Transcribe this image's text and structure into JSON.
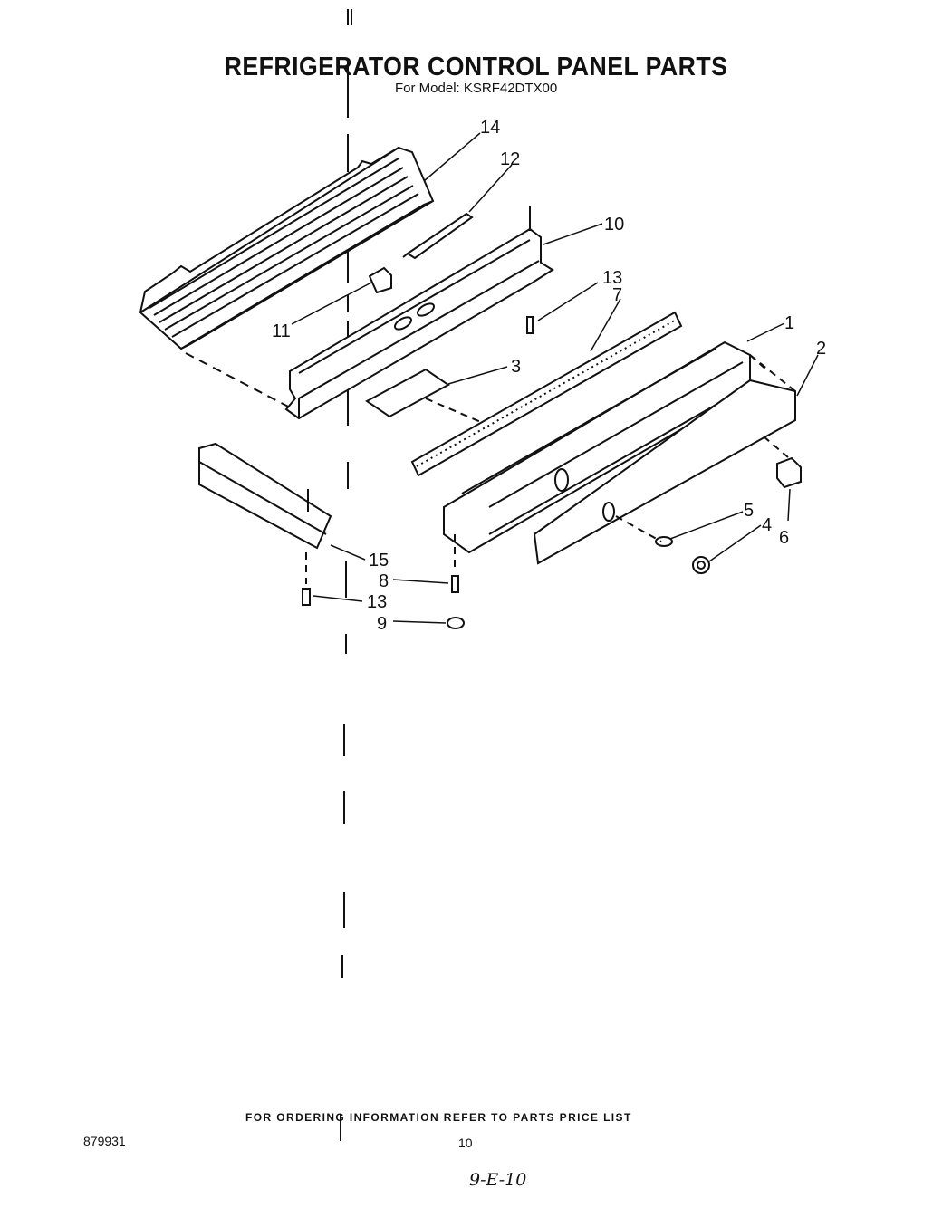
{
  "header": {
    "title": "REFRIGERATOR CONTROL PANEL PARTS",
    "model": "For Model: KSRF42DTX00"
  },
  "diagram": {
    "callouts": [
      "14",
      "12",
      "10",
      "13",
      "7",
      "1",
      "2",
      "11",
      "3",
      "5",
      "4",
      "6",
      "15",
      "8",
      "13",
      "9"
    ]
  },
  "footer": {
    "ordering_note": "FOR ORDERING INFORMATION REFER TO PARTS PRICE LIST",
    "doc_number": "879931",
    "page_number": "10",
    "handwritten": "9-E-10"
  }
}
